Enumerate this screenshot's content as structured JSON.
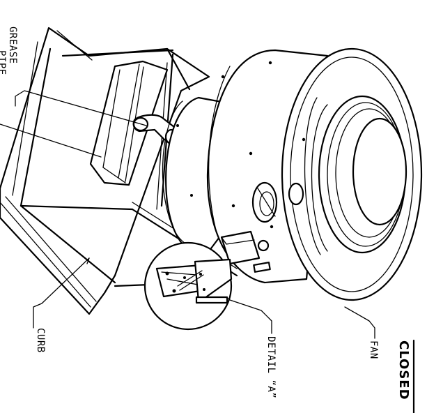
{
  "labels": {
    "title": "CLOSED",
    "fan": "FAN",
    "detail": "DETAIL “A”",
    "curb": "CURB",
    "grease_line1": "GREASE",
    "grease_line2": "PIPE"
  },
  "colors": {
    "line": "#000000",
    "background": "#ffffff"
  }
}
